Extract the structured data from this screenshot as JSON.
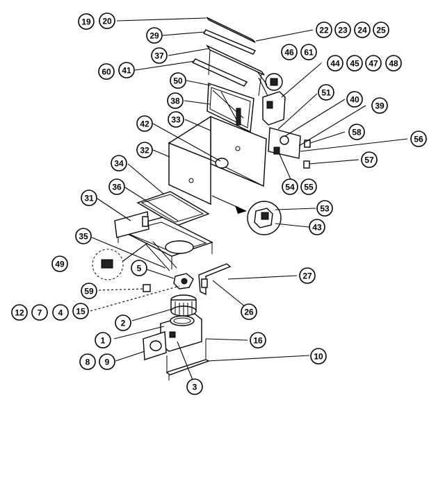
{
  "callouts": [
    {
      "id": "c19",
      "label": "19"
    },
    {
      "id": "c20",
      "label": "20"
    },
    {
      "id": "c29",
      "label": "29"
    },
    {
      "id": "c37",
      "label": "37"
    },
    {
      "id": "c60",
      "label": "60"
    },
    {
      "id": "c41",
      "label": "41"
    },
    {
      "id": "c50",
      "label": "50"
    },
    {
      "id": "c38a",
      "label": "38"
    },
    {
      "id": "c33",
      "label": "33"
    },
    {
      "id": "c42",
      "label": "42"
    },
    {
      "id": "c32",
      "label": "32"
    },
    {
      "id": "c34",
      "label": "34"
    },
    {
      "id": "c36",
      "label": "36"
    },
    {
      "id": "c31",
      "label": "31"
    },
    {
      "id": "c35",
      "label": "35"
    },
    {
      "id": "c49",
      "label": "49"
    },
    {
      "id": "c5",
      "label": "5"
    },
    {
      "id": "c59",
      "label": "59"
    },
    {
      "id": "c12",
      "label": "12"
    },
    {
      "id": "c7",
      "label": "7"
    },
    {
      "id": "c4",
      "label": "4"
    },
    {
      "id": "c15",
      "label": "15"
    },
    {
      "id": "c2",
      "label": "2"
    },
    {
      "id": "c1",
      "label": "1"
    },
    {
      "id": "c8",
      "label": "8"
    },
    {
      "id": "c9",
      "label": "9"
    },
    {
      "id": "c3",
      "label": "3"
    },
    {
      "id": "c22",
      "label": "22"
    },
    {
      "id": "c23",
      "label": "23"
    },
    {
      "id": "c24",
      "label": "24"
    },
    {
      "id": "c25",
      "label": "25"
    },
    {
      "id": "c46",
      "label": "46"
    },
    {
      "id": "c61",
      "label": "61"
    },
    {
      "id": "c44",
      "label": "44"
    },
    {
      "id": "c45",
      "label": "45"
    },
    {
      "id": "c47",
      "label": "47"
    },
    {
      "id": "c48",
      "label": "48"
    },
    {
      "id": "c51",
      "label": "51"
    },
    {
      "id": "c40",
      "label": "40"
    },
    {
      "id": "c39b",
      "label": "39"
    },
    {
      "id": "c58",
      "label": "58"
    },
    {
      "id": "c56",
      "label": "56"
    },
    {
      "id": "c57",
      "label": "57"
    },
    {
      "id": "c54",
      "label": "54"
    },
    {
      "id": "c55",
      "label": "55"
    },
    {
      "id": "c53",
      "label": "53"
    },
    {
      "id": "c43",
      "label": "43"
    },
    {
      "id": "c27",
      "label": "27"
    },
    {
      "id": "c26",
      "label": "26"
    },
    {
      "id": "c16",
      "label": "16"
    },
    {
      "id": "c10",
      "label": "10"
    }
  ]
}
